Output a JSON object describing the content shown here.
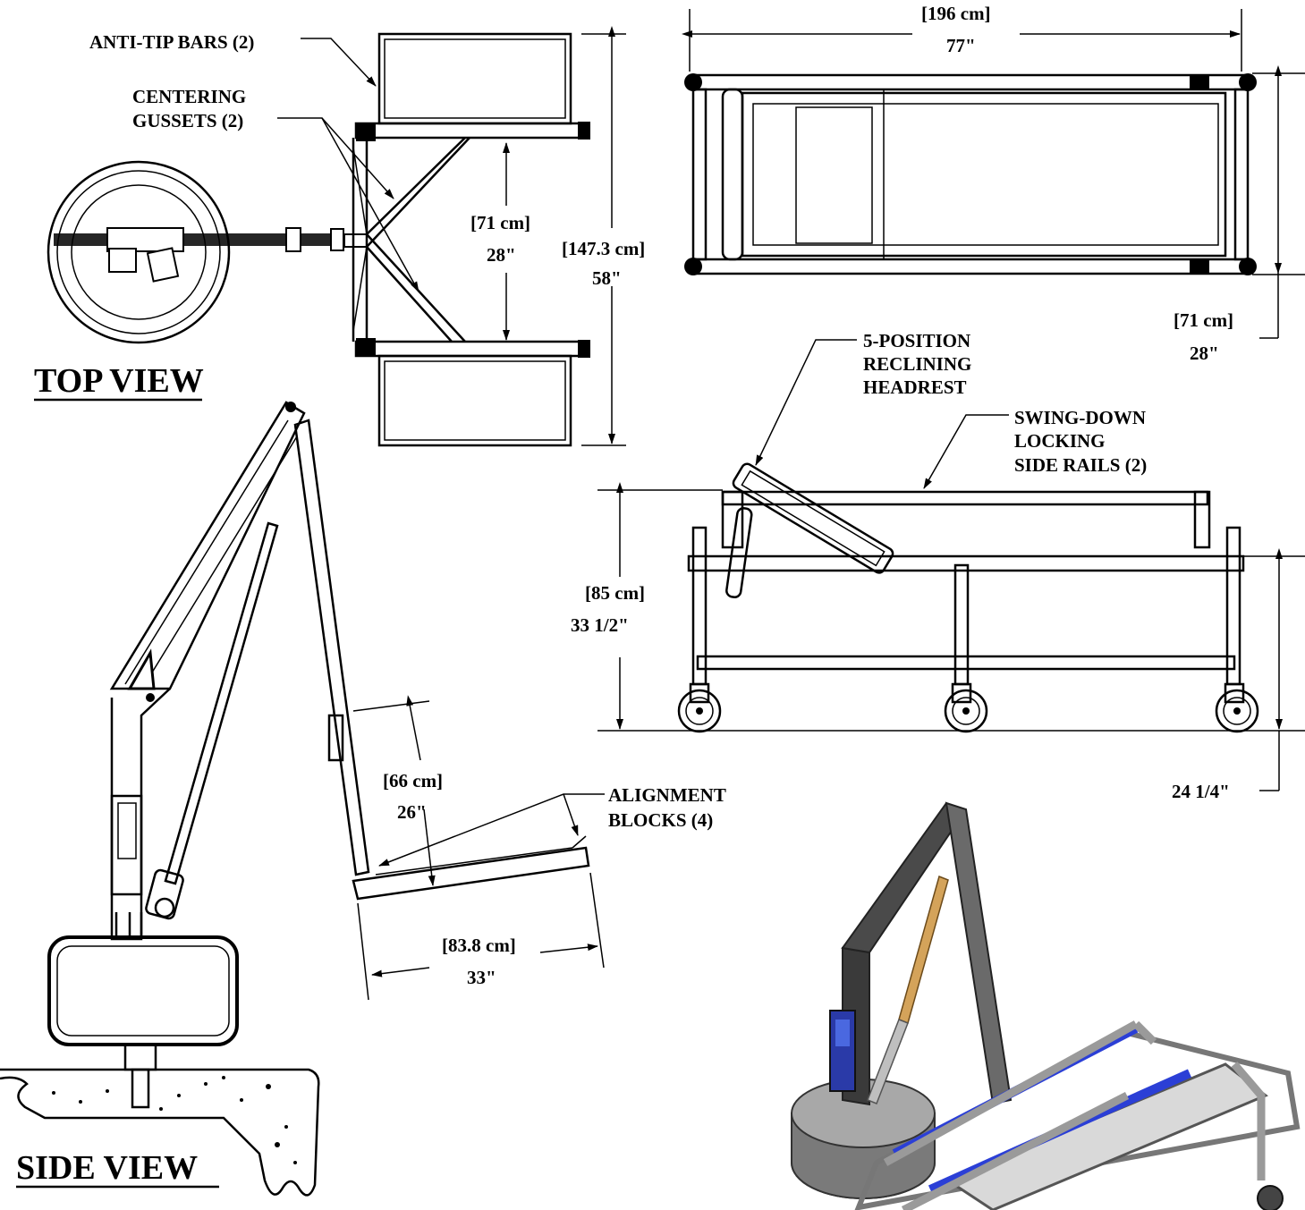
{
  "views": {
    "top_view": "TOP VIEW",
    "side_view": "SIDE VIEW"
  },
  "callouts": {
    "anti_tip": "ANTI-TIP BARS (2)",
    "centering_1": "CENTERING",
    "centering_2": "GUSSETS (2)",
    "headrest_1": "5-POSITION",
    "headrest_2": "RECLINING",
    "headrest_3": "HEADREST",
    "rails_1": "SWING-DOWN",
    "rails_2": "LOCKING",
    "rails_3": "SIDE RAILS (2)",
    "align_1": "ALIGNMENT",
    "align_2": "BLOCKS (4)"
  },
  "dimensions": {
    "gusset_gap_cm": "[71 cm]",
    "gusset_gap_in": "28\"",
    "base_width_cm": "[147.3 cm]",
    "base_width_in": "58\"",
    "stretcher_len_cm": "[196 cm]",
    "stretcher_len_in": "77\"",
    "stretcher_width_cm": "[71 cm]",
    "stretcher_width_in": "28\"",
    "stretcher_height_cm": "[85 cm]",
    "stretcher_height_in": "33 1/2\"",
    "deck_height_in": "24 1/4\"",
    "seat_back_cm": "[66 cm]",
    "seat_back_in": "26\"",
    "seat_len_cm": "[83.8 cm]",
    "seat_len_in": "33\""
  }
}
